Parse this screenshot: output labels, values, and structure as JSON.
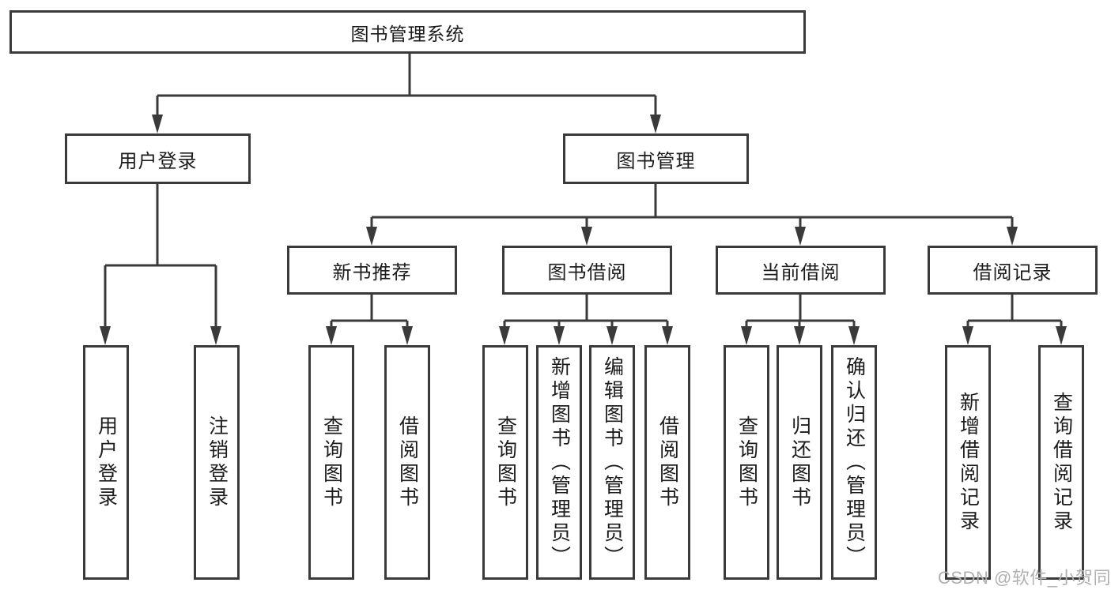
{
  "tree": {
    "root": "图书管理系统",
    "children": [
      {
        "label": "用户登录",
        "children": [
          {
            "label": "用户登录"
          },
          {
            "label": "注销登录"
          }
        ]
      },
      {
        "label": "图书管理",
        "children": [
          {
            "label": "新书推荐",
            "children": [
              {
                "label": "查询图书"
              },
              {
                "label": "借阅图书"
              }
            ]
          },
          {
            "label": "图书借阅",
            "children": [
              {
                "label": "查询图书"
              },
              {
                "label": "新增图书（管理员）"
              },
              {
                "label": "编辑图书（管理员）"
              },
              {
                "label": "借阅图书"
              }
            ]
          },
          {
            "label": "当前借阅",
            "children": [
              {
                "label": "查询图书"
              },
              {
                "label": "归还图书"
              },
              {
                "label": "确认归还（管理员）"
              }
            ]
          },
          {
            "label": "借阅记录",
            "children": [
              {
                "label": "新增借阅记录"
              },
              {
                "label": "查询借阅记录"
              }
            ]
          }
        ]
      }
    ]
  },
  "colors": {
    "line": "#3a3a3a",
    "text": "#1c1c1c",
    "background": "#ffffff",
    "watermark": "#b0b0b0"
  },
  "watermark": "CSDN @软件_小贺同学"
}
